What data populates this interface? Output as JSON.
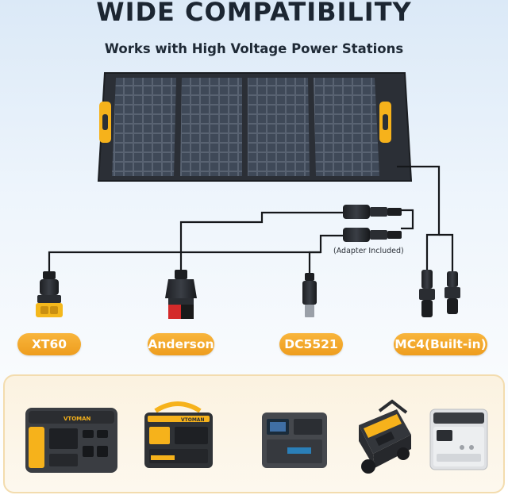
{
  "heading": {
    "title": "WIDE COMPATIBILITY",
    "subtitle": "Works with High Voltage Power Stations"
  },
  "adapter_note": "(Adapter Included)",
  "connectors": [
    {
      "label": "XT60",
      "icon": "xt60-connector-icon"
    },
    {
      "label": "Anderson",
      "icon": "anderson-connector-icon"
    },
    {
      "label": "DC5521",
      "icon": "dc5521-connector-icon"
    },
    {
      "label": "MC4(Built-in)",
      "icon": "mc4-connector-icon"
    }
  ],
  "colors": {
    "accent": "#f4a62a",
    "handle_yellow": "#f6b21b",
    "panel_frame": "#2b2f36",
    "cell": "#3a4350",
    "cable": "#15171a"
  },
  "stations": [
    {
      "brand": "VTOMAN",
      "icon": "vtoman-power-station-icon"
    },
    {
      "brand": "VTOMAN",
      "icon": "vtoman-jump-power-station-icon"
    },
    {
      "brand": "",
      "icon": "gray-power-station-icon"
    },
    {
      "brand": "",
      "icon": "wheeled-power-station-icon"
    },
    {
      "brand": "",
      "icon": "white-power-station-icon"
    }
  ]
}
